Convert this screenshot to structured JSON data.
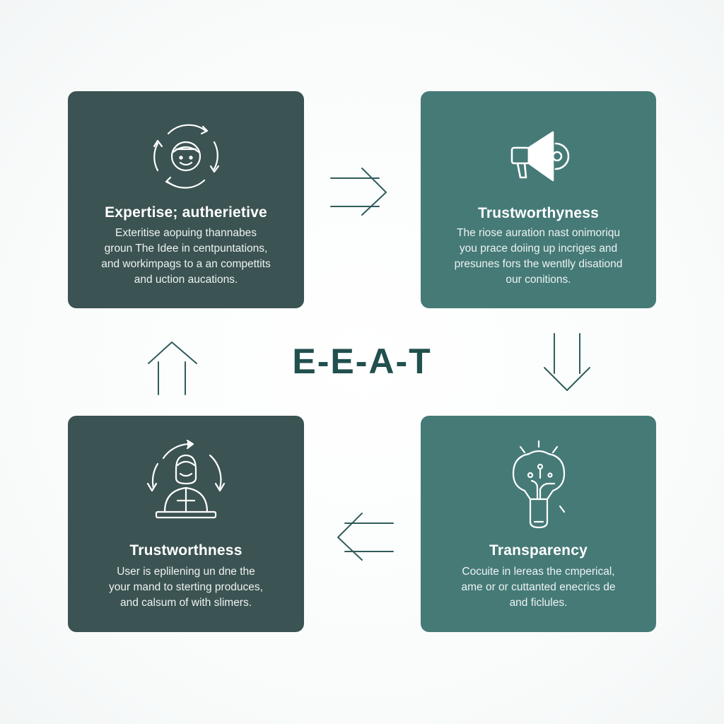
{
  "center_label": "E-E-A-T",
  "colors": {
    "card_dark": "#3b5352",
    "card_teal": "#457a77",
    "arrow": "#2f5d5b",
    "center_text": "#21504e"
  },
  "cards": {
    "top_left": {
      "icon": "face-cycle-icon",
      "title": "Expertise; autherietive",
      "lines": [
        "Exteritise aopuing thannabes",
        "groun The Idee in centpuntations,",
        "and workimpags to a an compettits",
        "and uction aucations."
      ]
    },
    "top_right": {
      "icon": "megaphone-icon",
      "title": "Trustworthyness",
      "lines": [
        "The riose auration nast onimoriqu",
        "you prace doiing up incriges and",
        "presunes fors the wentlly disationd",
        "our conitions."
      ]
    },
    "bottom_left": {
      "icon": "person-cycle-icon",
      "title": "Trustworthness",
      "lines": [
        "User is eplilening un dne the",
        "your mand to sterting produces,",
        "and calsum of with slimers."
      ]
    },
    "bottom_right": {
      "icon": "lightbulb-brain-icon",
      "title": "Transparency",
      "lines": [
        "Cocuite in lereas the cmperical,",
        "ame or or cuttanted enecrics de",
        "and ficlules."
      ]
    }
  }
}
